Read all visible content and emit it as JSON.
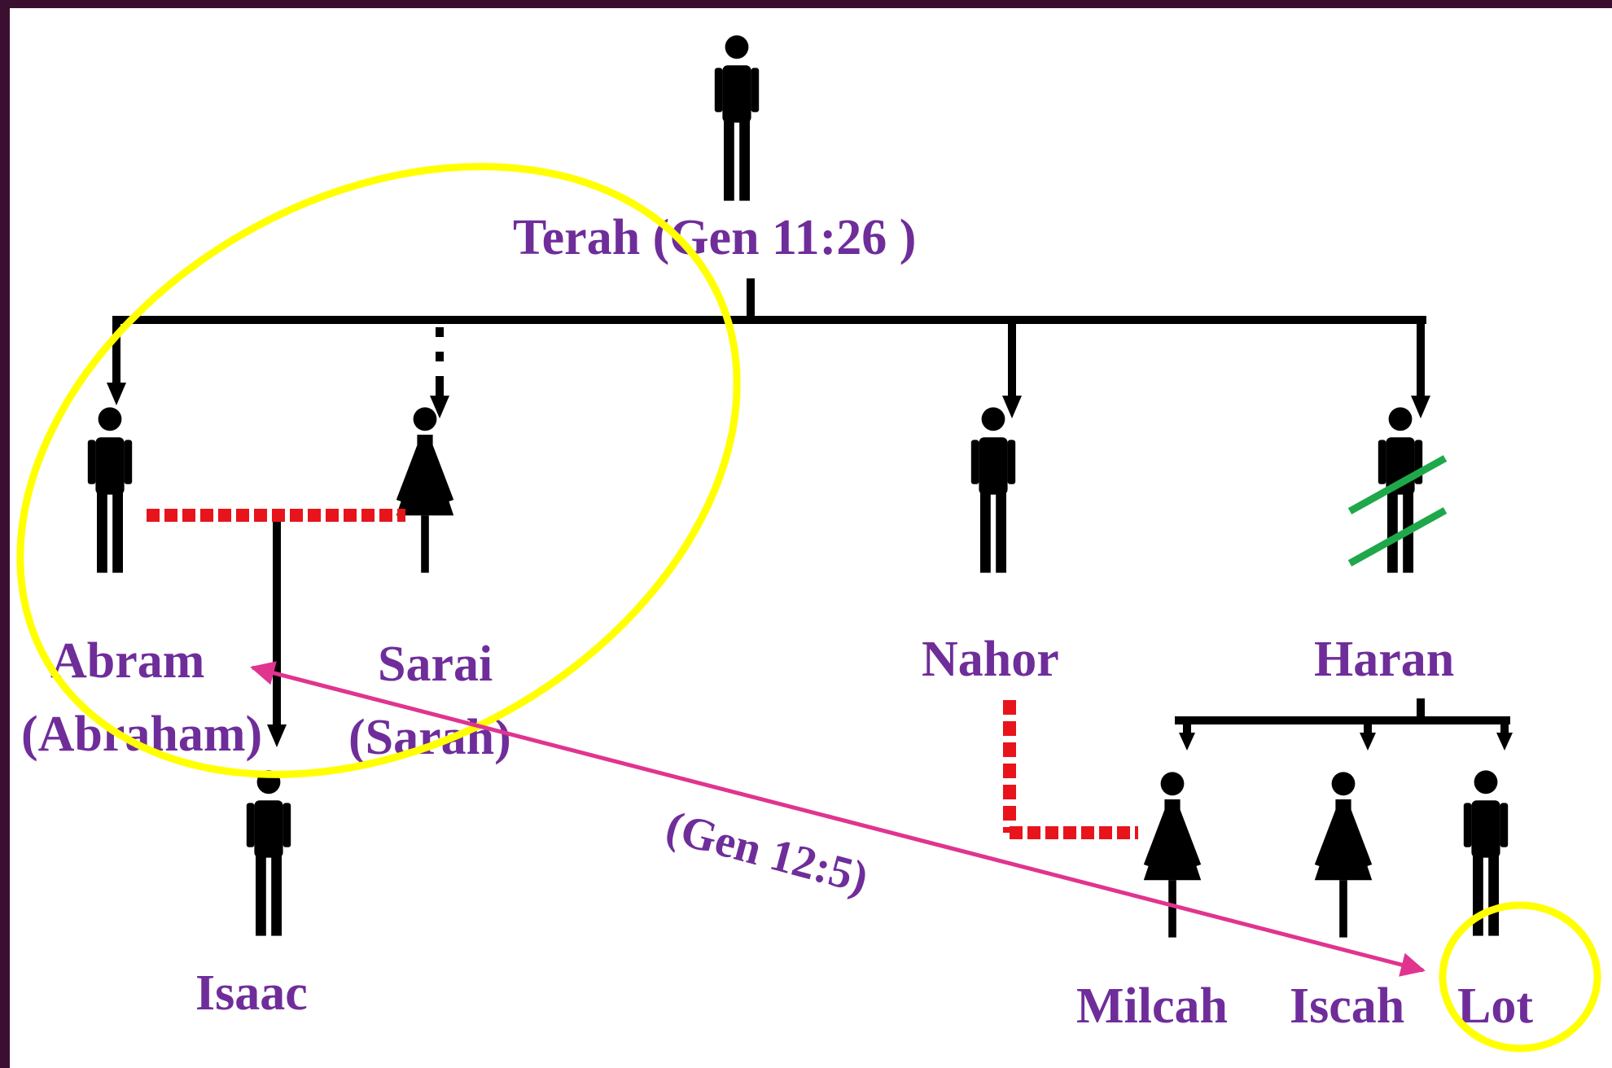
{
  "diagram": {
    "title": "Terah (Gen 11:26 )",
    "people": {
      "abram": "Abram",
      "abram_alt": "(Abraham)",
      "sarai": "Sarai",
      "sarai_alt": "(Sarah)",
      "nahor": "Nahor",
      "haran": "Haran",
      "isaac": "Isaac",
      "milcah": "Milcah",
      "iscah": "Iscah",
      "lot": "Lot"
    },
    "reference": "(Gen 12:5)"
  },
  "colors": {
    "background_frame": "#3a0f30",
    "canvas": "#ffffff",
    "label_purple": "#6f2d9a",
    "marriage_red": "#e8141b",
    "highlight_yellow": "#ffff00",
    "arrow_magenta": "#e0348f",
    "deceased_green": "#1fa84a",
    "line_black": "#000000"
  }
}
